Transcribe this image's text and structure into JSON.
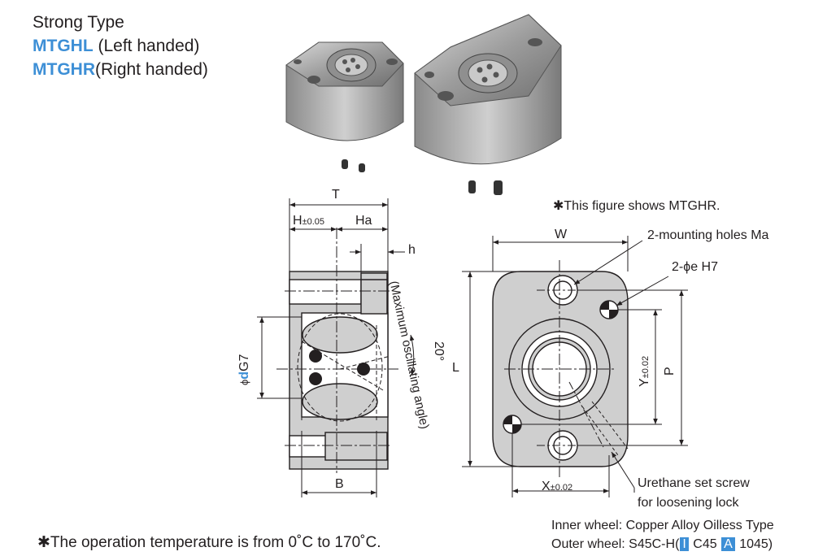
{
  "header": {
    "type_label": "Strong Type",
    "left_model": "MTGHL",
    "left_suffix": " (Left handed)",
    "right_model": "MTGHR",
    "right_suffix": "(Right handed)"
  },
  "front_view": {
    "dim_T": "T",
    "dim_H": "H",
    "dim_H_tol": "±0.05",
    "dim_Ha": "Ha",
    "dim_h": "h",
    "dim_B": "B",
    "dim_d_prefix": "ϕ",
    "dim_d": "d",
    "dim_d_fit": "G7",
    "angle": "20°",
    "angle_note": "(Maximum oscillating angle)"
  },
  "top_view": {
    "note": "✱This figure shows MTGHR.",
    "dim_W": "W",
    "mounting_holes": "2-mounting holes Ma",
    "dowel_holes": "2-ϕe H7",
    "dim_L": "L",
    "dim_Y": "Y",
    "dim_Y_tol": "±0.02",
    "dim_P": "P",
    "dim_X": "X",
    "dim_X_tol": "±0.02",
    "set_screw_line1": "Urethane set screw",
    "set_screw_line2": "for loosening lock"
  },
  "materials": {
    "inner": "Inner wheel: Copper Alloy Oilless Type",
    "outer_prefix": "Outer wheel: S45C-H(",
    "outer_tag1": "I",
    "outer_mid": " C45 ",
    "outer_tag2": "A",
    "outer_suffix": " 1045)"
  },
  "footnote": "✱The operation temperature is from 0˚C to 170˚C.",
  "colors": {
    "accent": "#3d8fd6",
    "line": "#231f20",
    "fill": "#cfcfcf",
    "photo": "#9a9a9a"
  }
}
